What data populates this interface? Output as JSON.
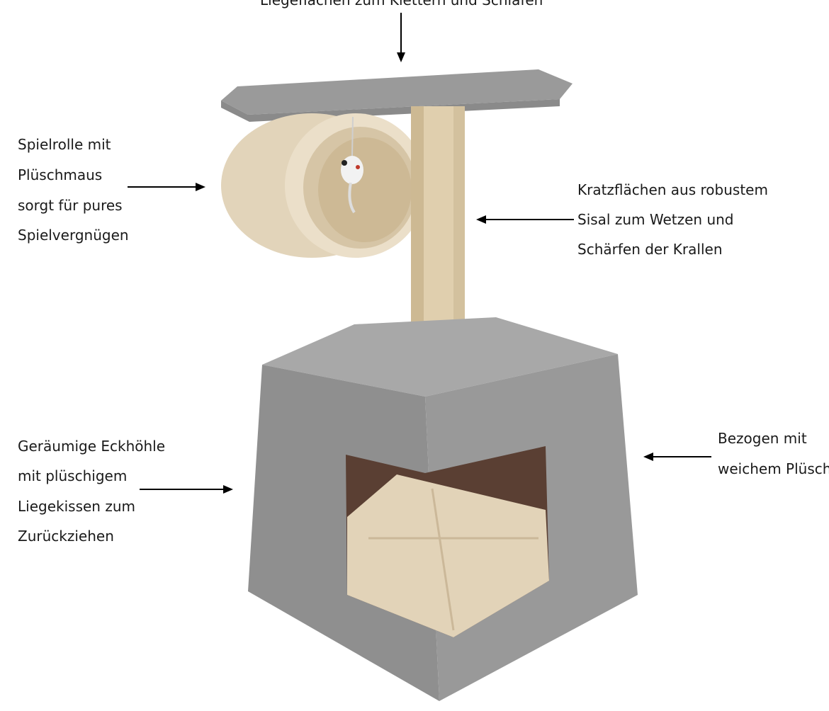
{
  "annotations": {
    "top_caption": "Liegeflächen zum Klettern und Schlafen",
    "toy_roll": [
      "Spielrolle mit",
      "Plüschmaus",
      "sorgt für pures",
      "Spielvergnügen"
    ],
    "scratch_post": [
      "Kratzflächen aus robustem",
      "Sisal zum Wetzen und",
      "Schärfen der Krallen"
    ],
    "cave": [
      "Geräumige Eckhöhle",
      "mit plüschigem",
      "Liegekissen zum",
      "Zurückziehen"
    ],
    "cover": [
      "Bezogen mit",
      "weichem Plüsch"
    ]
  },
  "colors": {
    "plush_gray": "#9a9a9a",
    "plush_gray_dark": "#7d7d7d",
    "plush_gray_light": "#b3b3b3",
    "beige": "#e6d9c2",
    "beige_dark": "#cbb899",
    "sisal": "#e3d3b2",
    "cave_interior": "#5a3f33",
    "text": "#1a1a1a"
  }
}
